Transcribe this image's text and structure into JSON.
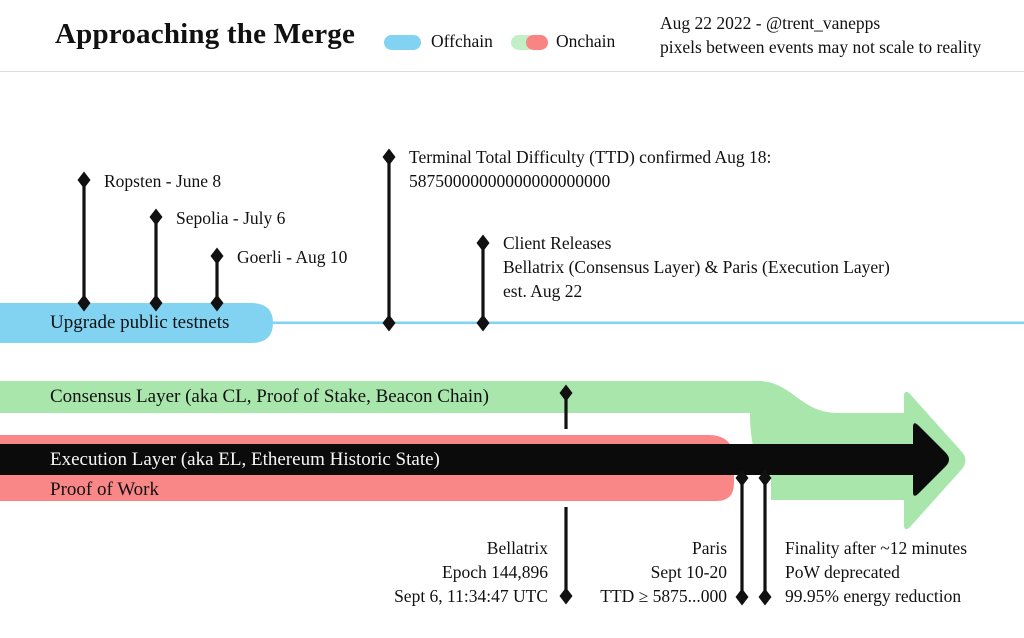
{
  "header": {
    "title": "Approaching the Merge",
    "legend": {
      "offchain_label": "Offchain",
      "onchain_label": "Onchain"
    },
    "byline_line1": "Aug 22 2022 - @trent_vanepps",
    "byline_line2": "pixels between events may not scale to reality"
  },
  "colors": {
    "offchain_blue": "#82d2f2",
    "onchain_green": "#a8e6ac",
    "onchain_red": "#f98787",
    "legend_green": "#c2efc5",
    "legend_red": "#f88484",
    "arrow_black": "#0b0b0b",
    "marker_black": "#111111"
  },
  "events": {
    "ropsten": {
      "label": "Ropsten - June 8"
    },
    "sepolia": {
      "label": "Sepolia - July 6"
    },
    "goerli": {
      "label": "Goerli - Aug 10"
    },
    "ttd": {
      "lines": [
        "Terminal Total Difficulty (TTD) confirmed Aug 18:",
        "58750000000000000000000"
      ]
    },
    "client_releases": {
      "lines": [
        "Client Releases",
        "Bellatrix (Consensus Layer) & Paris (Execution Layer)",
        "est. Aug 22"
      ]
    }
  },
  "bands": {
    "testnets": {
      "label": "Upgrade public testnets"
    },
    "consensus": {
      "label": "Consensus Layer (aka CL, Proof of Stake, Beacon Chain)"
    },
    "execution": {
      "label": "Execution Layer (aka EL, Ethereum Historic State)"
    },
    "pow": {
      "label": "Proof of Work"
    }
  },
  "milestones": {
    "bellatrix": {
      "lines": [
        "Bellatrix",
        "Epoch 144,896",
        "Sept 6, 11:34:47 UTC"
      ]
    },
    "paris": {
      "lines": [
        "Paris",
        "Sept 10-20",
        "TTD ≥ 5875...000"
      ]
    },
    "finality": {
      "lines": [
        "Finality after ~12 minutes",
        "PoW deprecated",
        "99.95% energy reduction"
      ]
    }
  }
}
